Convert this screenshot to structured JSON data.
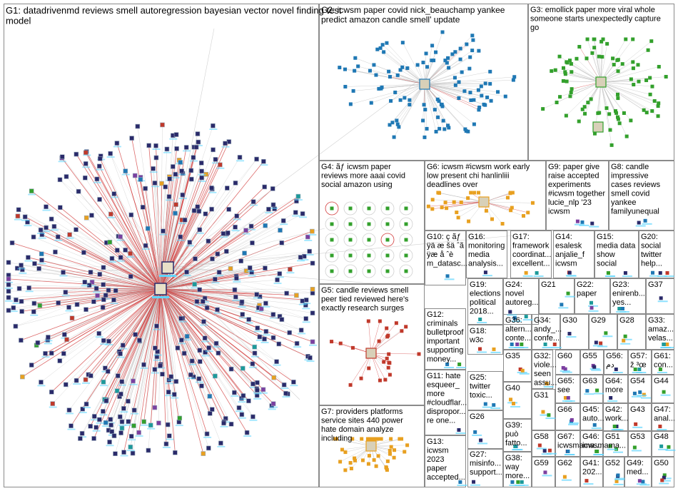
{
  "colors": {
    "background": "#ffffff",
    "box_border": "#8a8a8a",
    "edge_gray": "#bdbdbd",
    "edge_red": "#d23a3a",
    "node_navy": "#2a2a6a",
    "node_blue": "#1f78b4",
    "node_green": "#33a02c",
    "node_orange": "#e8a020",
    "node_purple": "#7b3fa0",
    "node_red": "#c0392b",
    "node_teal": "#1c9a9a",
    "label_cyan": "#5fd6ff"
  },
  "groups": [
    {
      "id": "G1",
      "lines": [
        "G1: datadrivenmd reviews smell autoregression bayesian vector novel finding test",
        "model"
      ]
    },
    {
      "id": "G2",
      "lines": [
        "G2: icwsm paper covid nick_beauchamp yankee",
        "predict amazon candle smell' update"
      ]
    },
    {
      "id": "G3",
      "lines": [
        "G3: emollick paper more viral whole",
        "someone starts unexpectedly capture",
        "go"
      ]
    },
    {
      "id": "G4",
      "lines": [
        "G4: ãƒ icwsm paper",
        "reviews more aaai covid",
        "social amazon using"
      ]
    },
    {
      "id": "G5",
      "lines": [
        "G5: candle reviews smell",
        "peer tied reviewed here's",
        "exactly research surges"
      ]
    },
    {
      "id": "G6",
      "lines": [
        "G6: icwsm #icwsm work early",
        "low present chi hanlinliii",
        "deadlines over"
      ]
    },
    {
      "id": "G7",
      "lines": [
        "G7: providers platforms",
        "service sites 440 power",
        "hate domain analyze",
        "including"
      ]
    },
    {
      "id": "G8",
      "lines": [
        "G8: candle",
        "impressive",
        "cases reviews",
        "smell covid",
        "yankee",
        "familyunequal"
      ]
    },
    {
      "id": "G9",
      "lines": [
        "G9: paper give",
        "raise accepted",
        "experiments",
        "#icwsm together",
        "lucie_nlp '23",
        "icwsm"
      ]
    },
    {
      "id": "G10",
      "lines": [
        "G10: ç ãƒ",
        "ÿä æ šä ˆã",
        "ÿæ å ˆè",
        "m_datasc..."
      ]
    },
    {
      "id": "G11",
      "lines": [
        "G11: hate",
        "esqueer_",
        "more",
        "#cloudflar...",
        "dispropor...",
        "re one..."
      ]
    },
    {
      "id": "G12",
      "lines": [
        "G12:",
        "criminals",
        "bulletproof",
        "important",
        "supporting",
        "money..."
      ]
    },
    {
      "id": "G13",
      "lines": [
        "G13:",
        "icwsm",
        "2023",
        "paper",
        "accepted..."
      ]
    },
    {
      "id": "G14",
      "lines": [
        "G14:",
        "esalesk",
        "anjalie_f",
        "icwsm"
      ]
    },
    {
      "id": "G15",
      "lines": [
        "G15:",
        "media data",
        "show",
        "social"
      ]
    },
    {
      "id": "G16",
      "lines": [
        "G16:",
        "monitoring",
        "media",
        "analysis..."
      ]
    },
    {
      "id": "G17",
      "lines": [
        "G17:",
        "framework",
        "coordinat...",
        "excellent..."
      ]
    },
    {
      "id": "G18",
      "lines": [
        "G18:",
        "w3c"
      ]
    },
    {
      "id": "G19",
      "lines": [
        "G19:",
        "elections",
        "political",
        "2018..."
      ]
    },
    {
      "id": "G20",
      "lines": [
        "G20:",
        "social",
        "twitter",
        "help..."
      ]
    },
    {
      "id": "G21",
      "lines": [
        "G21"
      ]
    },
    {
      "id": "G22",
      "lines": [
        "G22:",
        "paper"
      ]
    },
    {
      "id": "G23",
      "lines": [
        "G23:",
        "enirenb...",
        "yes..."
      ]
    },
    {
      "id": "G24",
      "lines": [
        "G24:",
        "novel",
        "autoreg..."
      ]
    },
    {
      "id": "G25",
      "lines": [
        "G25:",
        "twitter",
        "toxic..."
      ]
    },
    {
      "id": "G26",
      "lines": [
        "G26"
      ]
    },
    {
      "id": "G27",
      "lines": [
        "G27:",
        "misinfo...",
        "support..."
      ]
    },
    {
      "id": "G28",
      "lines": [
        "G28"
      ]
    },
    {
      "id": "G29",
      "lines": [
        "G29"
      ]
    },
    {
      "id": "G30",
      "lines": [
        "G30"
      ]
    },
    {
      "id": "G31",
      "lines": [
        "G31"
      ]
    },
    {
      "id": "G32",
      "lines": [
        "G32:",
        "viole...",
        "seen",
        "assu..."
      ]
    },
    {
      "id": "G33",
      "lines": [
        "G33:",
        "amaz...",
        "velas..."
      ]
    },
    {
      "id": "G34",
      "lines": [
        "G34:",
        "andy_...",
        "confe..."
      ]
    },
    {
      "id": "G35",
      "lines": [
        "G35"
      ]
    },
    {
      "id": "G36",
      "lines": [
        "G36:",
        "altern...",
        "conte..."
      ]
    },
    {
      "id": "G37",
      "lines": [
        "G37"
      ]
    },
    {
      "id": "G38",
      "lines": [
        "G38:",
        "way",
        "more..."
      ]
    },
    {
      "id": "G39",
      "lines": [
        "G39:",
        "può",
        "fatto..."
      ]
    },
    {
      "id": "G40",
      "lines": [
        "G40"
      ]
    },
    {
      "id": "G41",
      "lines": [
        "G41:",
        "202..."
      ]
    },
    {
      "id": "G42",
      "lines": [
        "G42:",
        "work..."
      ]
    },
    {
      "id": "G43",
      "lines": [
        "G43"
      ]
    },
    {
      "id": "G44",
      "lines": [
        "G44"
      ]
    },
    {
      "id": "G45",
      "lines": [
        "G45:",
        "auto..."
      ]
    },
    {
      "id": "G46",
      "lines": [
        "G46:",
        "icwsmama..."
      ]
    },
    {
      "id": "G47",
      "lines": [
        "G47:",
        "anal..."
      ]
    },
    {
      "id": "G48",
      "lines": [
        "G48"
      ]
    },
    {
      "id": "G49",
      "lines": [
        "G49:",
        "med..."
      ]
    },
    {
      "id": "G50",
      "lines": [
        "G50"
      ]
    },
    {
      "id": "G51",
      "lines": [
        "G51"
      ]
    },
    {
      "id": "G52",
      "lines": [
        "G52"
      ]
    },
    {
      "id": "G53",
      "lines": [
        "G53"
      ]
    },
    {
      "id": "G54",
      "lines": [
        "G54"
      ]
    },
    {
      "id": "G55",
      "lines": [
        "G55"
      ]
    },
    {
      "id": "G56",
      "lines": [
        "G56:",
        "دم"
      ]
    },
    {
      "id": "G57",
      "lines": [
        "G57:",
        "ž ³œ"
      ]
    },
    {
      "id": "G58",
      "lines": [
        "G58"
      ]
    },
    {
      "id": "G59",
      "lines": [
        "G59"
      ]
    },
    {
      "id": "G60",
      "lines": [
        "G60"
      ]
    },
    {
      "id": "G61",
      "lines": [
        "G61:",
        "con..."
      ]
    },
    {
      "id": "G62",
      "lines": [
        "G62"
      ]
    },
    {
      "id": "G63",
      "lines": [
        "G63"
      ]
    },
    {
      "id": "G64",
      "lines": [
        "G64:",
        "more"
      ]
    },
    {
      "id": "G65",
      "lines": [
        "G65:",
        "see"
      ]
    },
    {
      "id": "G66",
      "lines": [
        "G66"
      ]
    },
    {
      "id": "G67",
      "lines": [
        "G67:",
        "icwsmama..."
      ]
    }
  ]
}
